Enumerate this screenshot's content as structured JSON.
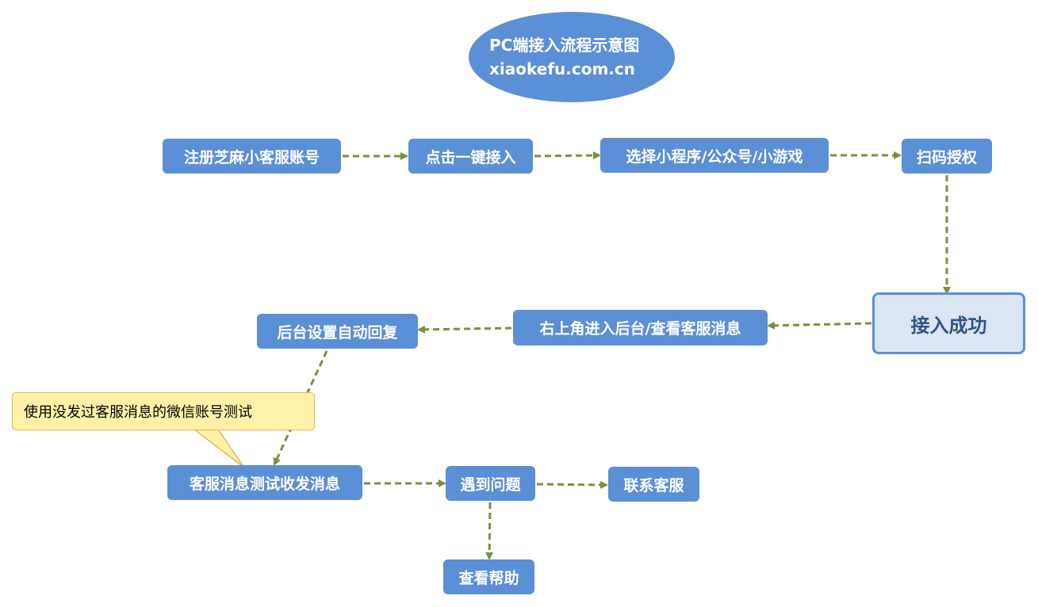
{
  "title": {
    "line1": "PC端接入流程示意图",
    "line2": "xiaokefu.com.cn"
  },
  "nodes": {
    "register": "注册芝麻小客服账号",
    "one_click": "点击一键接入",
    "select_type": "选择小程序/公众号/小游戏",
    "scan_auth": "扫码授权",
    "success": "接入成功",
    "backend": "右上角进入后台/查看客服消息",
    "auto_reply": "后台设置自动回复",
    "test_msg": "客服消息测试收发消息",
    "problem": "遇到问题",
    "contact": "联系客服",
    "help": "查看帮助"
  },
  "callout": {
    "text": "使用没发过客服消息的微信账号测试"
  },
  "colors": {
    "node_fill": "#5b8fd6",
    "success_fill": "#dbe5f3",
    "success_text": "#2f5386",
    "arrow": "#76923c",
    "callout_fill": "#fff2a8",
    "callout_border": "#e3b64b"
  }
}
